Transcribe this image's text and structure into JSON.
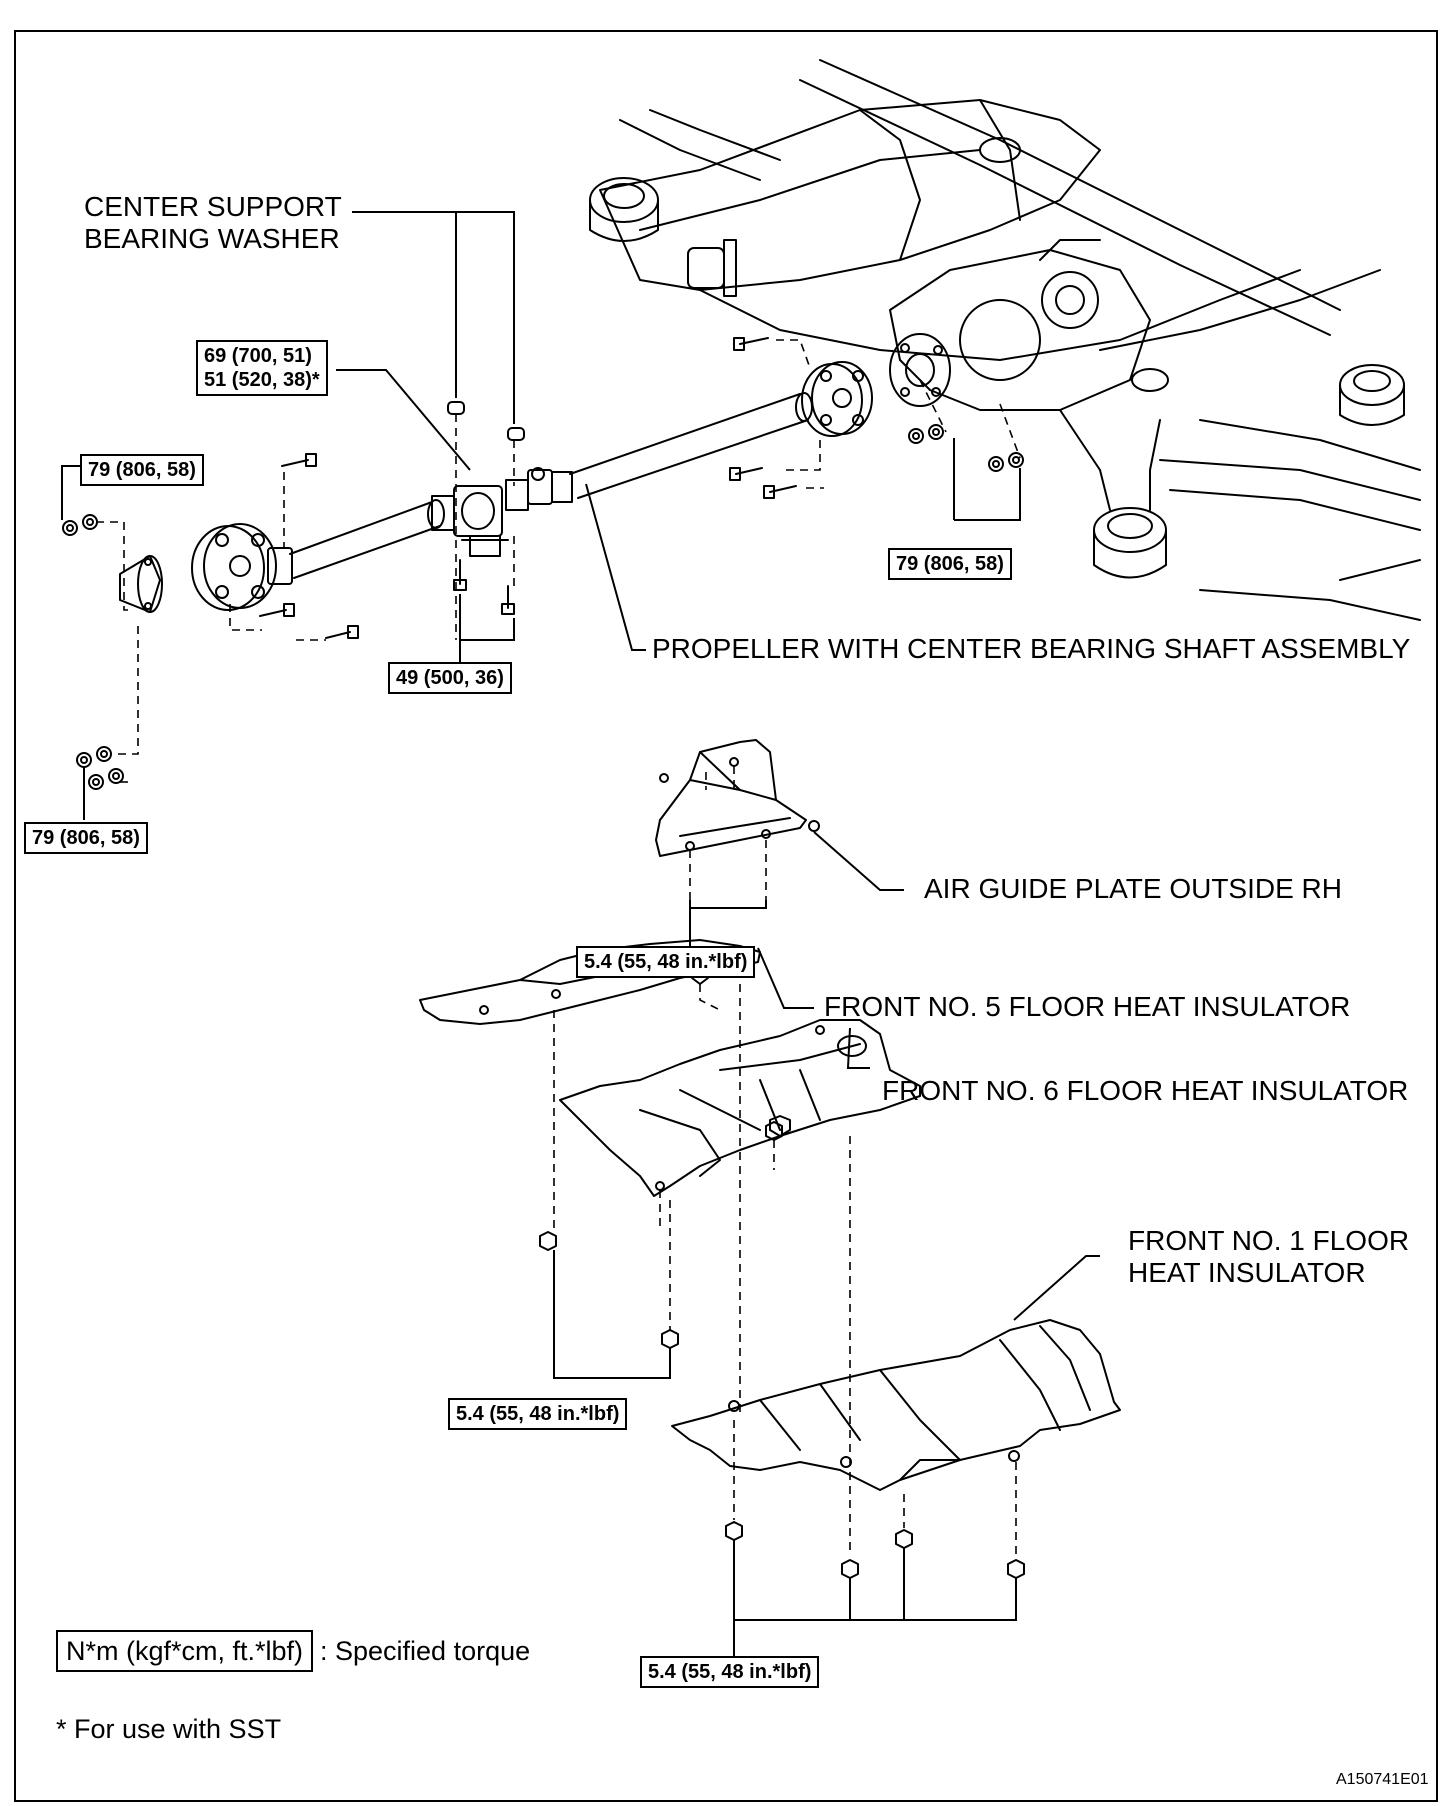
{
  "labels": {
    "center_support_line1": "CENTER SUPPORT",
    "center_support_line2": "BEARING WASHER",
    "propeller": "PROPELLER WITH CENTER BEARING SHAFT ASSEMBLY",
    "air_guide": "AIR GUIDE PLATE OUTSIDE RH",
    "front_no5": "FRONT NO. 5 FLOOR HEAT INSULATOR",
    "front_no6": "FRONT NO. 6 FLOOR HEAT INSULATOR",
    "front_no1_line1": "FRONT NO. 1 FLOOR",
    "front_no1_line2": "HEAT INSULATOR"
  },
  "torques": {
    "flange_line1": "69 (700, 51)",
    "flange_line2": "51 (520, 38)*",
    "front_upper": "79 (806, 58)",
    "front_lower": "79 (806, 58)",
    "rear_diff": "79 (806, 58)",
    "center_bearing": "49 (500, 36)",
    "air_guide": "5.4 (55, 48 in.*lbf)",
    "insulator_mid": "5.4 (55, 48 in.*lbf)",
    "insulator_bottom": "5.4 (55, 48 in.*lbf)"
  },
  "legend": {
    "box": "N*m (kgf*cm, ft.*lbf)",
    "text": ": Specified torque",
    "footnote": "* For use with SST"
  },
  "figure_code": "A150741E01"
}
